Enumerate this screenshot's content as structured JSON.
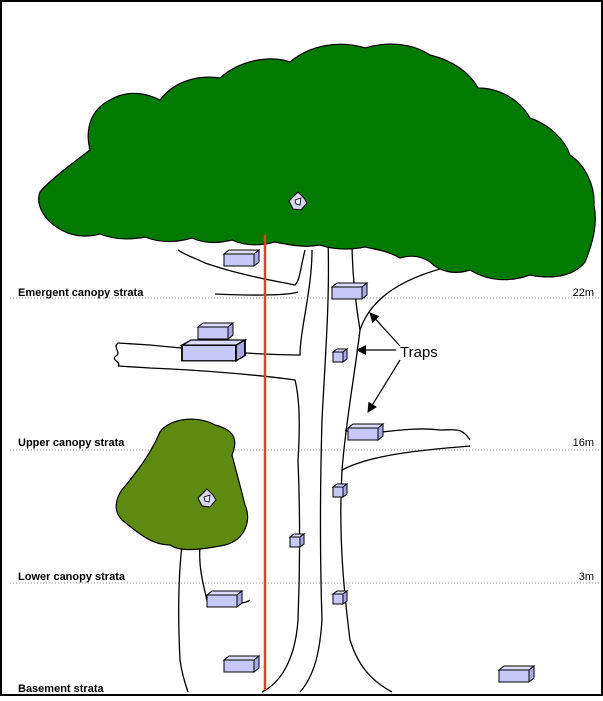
{
  "strata": [
    {
      "name": "Emergent canopy strata",
      "height": "22m"
    },
    {
      "name": "Upper canopy strata",
      "height": "16m"
    },
    {
      "name": "Lower canopy strata",
      "height": "3m"
    },
    {
      "name": "Basement strata",
      "height": ""
    }
  ],
  "annotation": {
    "traps_label": "Traps"
  },
  "colors": {
    "canopy": "#007a00",
    "small_crown": "#5f8a12",
    "trap_fill": "#c8c8f8",
    "trap_top": "#dcdcff",
    "rope": "#e8401c"
  }
}
